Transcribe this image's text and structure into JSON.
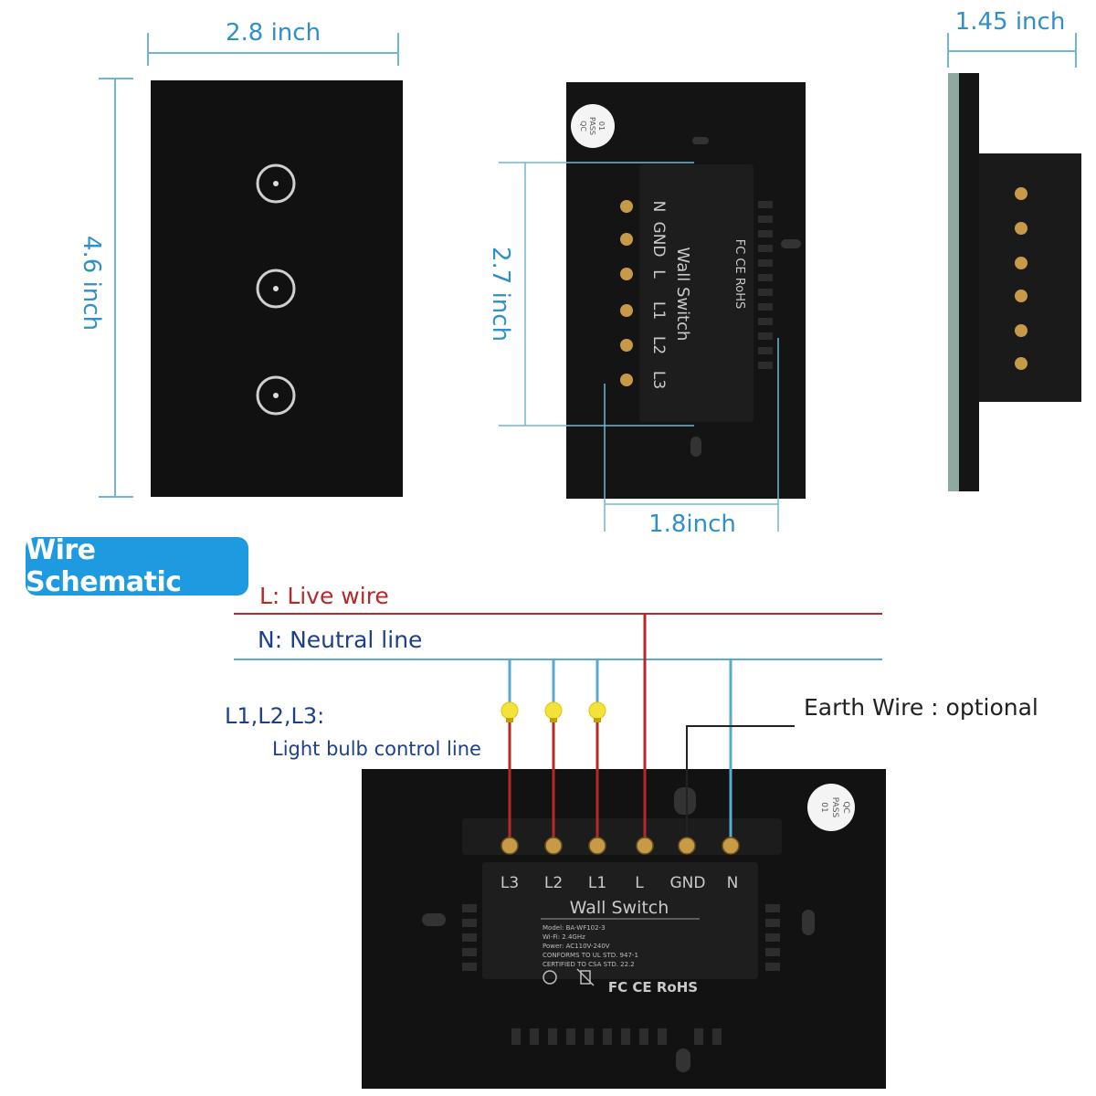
{
  "dimensions": {
    "front_width": "2.8 inch",
    "front_height": "4.6 inch",
    "depth": "1.45 inch",
    "mount_height": "2.7 inch",
    "mount_width": "1.8inch"
  },
  "back_panel": {
    "terminals_top": [
      "N",
      "GND",
      "L",
      "L1",
      "L2",
      "L3"
    ],
    "label_title": "Wall Switch",
    "cert_marks": "FC CE RoHS",
    "qc_sticker": [
      "QC",
      "PASS",
      "01"
    ]
  },
  "schematic": {
    "badge": "Wire Schematic",
    "live_prefix": "L:",
    "live_text": "Live wire",
    "neutral_prefix": "N:",
    "neutral_text": "Neutral line",
    "control_heading": "L1,L2,L3:",
    "control_text": "Light bulb control line",
    "earth_text": "Earth Wire : optional",
    "terminals": [
      "L3",
      "L2",
      "L1",
      "L",
      "GND",
      "N"
    ],
    "label_title": "Wall Switch",
    "label_lines": [
      "Model: BA-WF102-3",
      "Wi-Fi: 2.4GHz",
      "Power: AC110V-240V",
      "CONFORMS TO UL STD. 947-1",
      "CERTIFIED TO CSA STD. 22.2"
    ],
    "cert_marks": "FC CE RoHS",
    "qc_sticker": [
      "QC",
      "PASS",
      "01"
    ]
  },
  "colors": {
    "dimension_line": "#6fb6d6",
    "dimension_text": "#2f8fc9",
    "live_wire": "#b42a2a",
    "neutral_wire": "#5aa9cf",
    "earth_wire": "#222222",
    "panel": "#111111",
    "badge_bg": "#1e9be0",
    "bulb": "#f2e23a"
  },
  "icons": [
    "touch-button-icon",
    "light-bulb-icon",
    "screw-terminal-icon",
    "fc-mark-icon",
    "ce-mark-icon"
  ]
}
